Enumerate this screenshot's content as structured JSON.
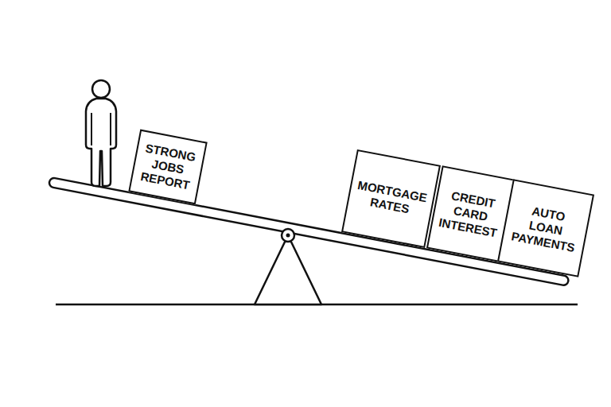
{
  "diagram": {
    "nodes": [
      {
        "text": [
          "STRONG JOBS REPORT"
        ]
      },
      {
        "text": [
          "MORTGAGE RATES"
        ]
      },
      {
        "text": [
          "CREDIT CARD INTEREST"
        ]
      },
      {
        "text": [
          "AUTO LOAN PAYMENTS"
        ]
      }
    ]
  }
}
